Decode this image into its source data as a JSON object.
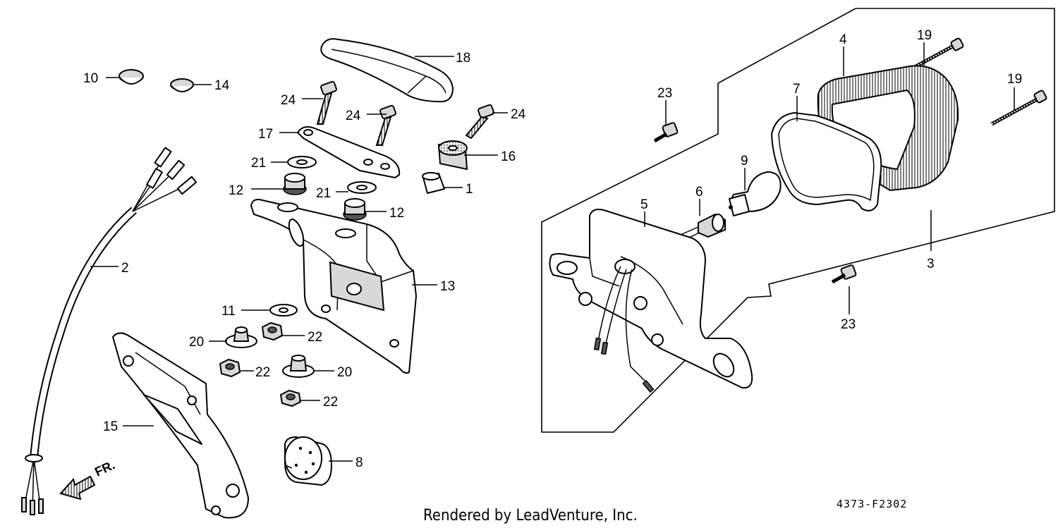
{
  "labels": {
    "p1": "1",
    "p2": "2",
    "p3": "3",
    "p4": "4",
    "p5": "5",
    "p6": "6",
    "p7": "7",
    "p8": "8",
    "p9": "9",
    "p10": "10",
    "p11": "11",
    "p12a": "12",
    "p12b": "12",
    "p13": "13",
    "p14": "14",
    "p15": "15",
    "p16": "16",
    "p17": "17",
    "p18": "18",
    "p19a": "19",
    "p19b": "19",
    "p20a": "20",
    "p20b": "20",
    "p21a": "21",
    "p21b": "21",
    "p22a": "22",
    "p22b": "22",
    "p22c": "22",
    "p23a": "23",
    "p23b": "23",
    "p24a": "24",
    "p24b": "24",
    "p24c": "24"
  },
  "direction": "FR.",
  "diagram_code": "4373-F2302",
  "credit": "Rendered by LeadVenture, Inc."
}
